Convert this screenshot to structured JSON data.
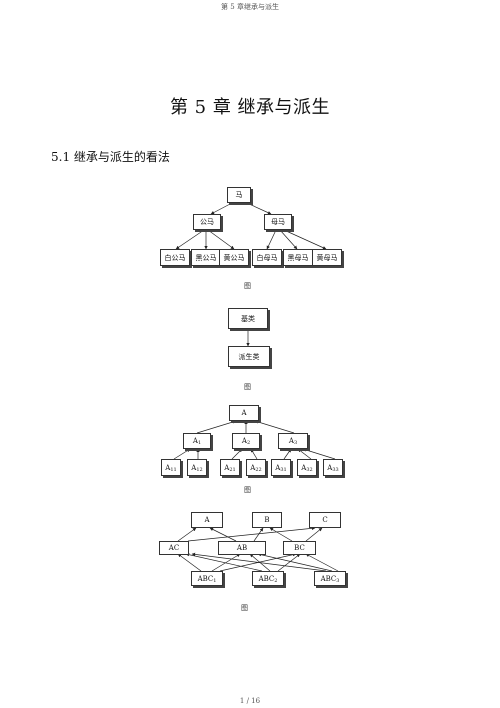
{
  "header": {
    "running_title": "第 5 章继承与派生"
  },
  "chapter": {
    "title": "第 5 章  继承与派生"
  },
  "section": {
    "heading": "5.1 继承与派生的看法"
  },
  "figure1": {
    "root": "马",
    "level2": [
      "公马",
      "母马"
    ],
    "level3": [
      "白公马",
      "黑公马",
      "黄公马",
      "白母马",
      "黑母马",
      "黄母马"
    ],
    "caption": "图"
  },
  "figure2": {
    "base": "基类",
    "derived": "派生类",
    "caption": "图"
  },
  "figure3": {
    "root": "A",
    "level2": [
      {
        "base": "A",
        "sub": "1"
      },
      {
        "base": "A",
        "sub": "2"
      },
      {
        "base": "A",
        "sub": "3"
      }
    ],
    "level3": [
      {
        "base": "A",
        "sub": "11"
      },
      {
        "base": "A",
        "sub": "12"
      },
      {
        "base": "A",
        "sub": "21"
      },
      {
        "base": "A",
        "sub": "22"
      },
      {
        "base": "A",
        "sub": "31"
      },
      {
        "base": "A",
        "sub": "32"
      },
      {
        "base": "A",
        "sub": "33"
      }
    ],
    "caption": "图"
  },
  "figure4": {
    "top": [
      "A",
      "B",
      "C"
    ],
    "middle": [
      "AC",
      "AB",
      "BC"
    ],
    "bottom": [
      {
        "base": "ABC",
        "sub": "1"
      },
      {
        "base": "ABC",
        "sub": "2"
      },
      {
        "base": "ABC",
        "sub": "3"
      }
    ],
    "caption": "图"
  },
  "footer": {
    "page": "1 / 16"
  }
}
